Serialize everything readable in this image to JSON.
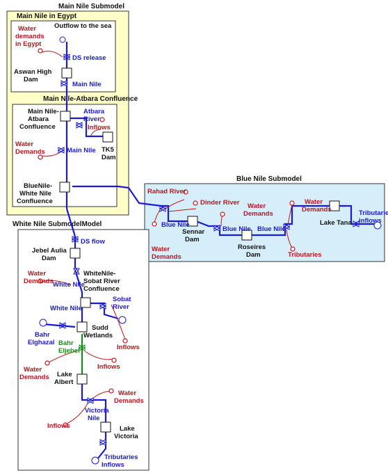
{
  "titles": {
    "main_nile_submodel": "Main Nile Submodel",
    "main_nile_egypt": "Main Nile in Egypt",
    "atbara_confluence_box": "Main Nile-Atbara Confluence",
    "blue_nile_submodel": "Blue Nile Submodel",
    "white_nile_submodel": "White Nile SubmodelModel"
  },
  "nodes": {
    "outflow_sea": "Outflow to the sea",
    "aswan": [
      "Aswan High",
      "Dam"
    ],
    "atbara_conf": [
      "Main Nile-",
      "Atbara",
      "Confluence"
    ],
    "tk5": [
      "TK5",
      "Dam"
    ],
    "bw_conf": [
      "BlueNile-",
      "White Nile",
      "Confluence"
    ],
    "sennar": [
      "Sennar",
      "Dam"
    ],
    "roseires": [
      "Roseires",
      "Dam"
    ],
    "lake_tana": "Lake Tana",
    "jebel_aulia": [
      "Jebel Aulia",
      "Dam"
    ],
    "ws_conf": [
      "WhiteNile-",
      "Sobat River",
      "Confluence"
    ],
    "sudd": [
      "Sudd",
      "Wetlands"
    ],
    "lake_albert": [
      "Lake",
      "Albert"
    ],
    "lake_victoria": [
      "Lake",
      "Victoria"
    ]
  },
  "flows": {
    "ds_release": "DS release",
    "main_nile_1": "Main Nile",
    "atbara_river": [
      "Atbara",
      "River"
    ],
    "main_nile_2": "Main Nile",
    "blue_nile_1": "Blue Nile",
    "blue_nile_2": "Blue Nile",
    "blue_nile_3": "Blue Nile",
    "tributaries_inflows_bn": [
      "Tributaries",
      "inflows"
    ],
    "ds_flow": "DS flow",
    "white_nile_1": "White Nile",
    "white_nile_2": "White Nile",
    "sobat_river": [
      "Sobat",
      "River"
    ],
    "bahr_elghazal": [
      "Bahr",
      "Elghazal"
    ],
    "bahr_eljebel": [
      "Bahr",
      "Eljebel"
    ],
    "victoria_nile": [
      "Victoria",
      "Nile"
    ],
    "tributaries_inflows_wn": [
      "Tributaries",
      "Inflows"
    ]
  },
  "aux": {
    "water_demands_egypt": [
      "Water",
      "demands",
      "in Egypt"
    ],
    "inflows_atbara": "Inflows",
    "water_demands_atbara": [
      "Water",
      "Demands"
    ],
    "rahad_river": "Rahad River",
    "dinder_river": "Dinder River",
    "water_demands_bn1": [
      "Water",
      "Demands"
    ],
    "water_demands_bn2": [
      "Water",
      "Demands"
    ],
    "water_demands_bn3": [
      "Water",
      "Demands"
    ],
    "tributaries_bn": "Tributaries",
    "water_demands_wn1": [
      "Water",
      "Demands"
    ],
    "inflows_sobat": "Inflows",
    "inflows_eljebel": "Inflows",
    "water_demands_wn2": [
      "Water",
      "Demands"
    ],
    "water_demands_wn3": [
      "Water",
      "Demands"
    ],
    "inflows_victoria": "Inflows"
  },
  "colors": {
    "main_nile_fill": "#ffffc8",
    "blue_nile_fill": "#d6eefa",
    "flow_blue": "#1a1ad6",
    "flow_green": "#1a8a1a",
    "aux_red": "#c0141c"
  }
}
